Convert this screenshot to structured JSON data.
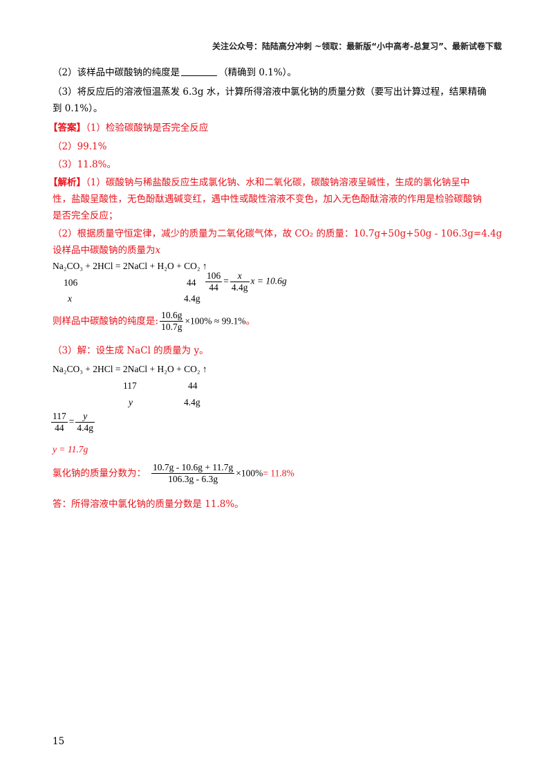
{
  "header": "关注公众号：陆陆高分冲刺 ~领取：最新版“小中高考-总复习”、最新试卷下载",
  "q2_text": "（2）该样品中碳酸钠的纯度是",
  "q2_tail": "（精确到 0.1%）。",
  "q3_line1": "（3）将反应后的溶液恒温蒸发 6.3g 水，计算所得溶液中氯化钠的质量分数（要写出计算过程，结果精确",
  "q3_line2": "到 0.1%）。",
  "answer_label": "【答案】",
  "answer1": "（1）检验碳酸钠是否完全反应",
  "answer2": "（2）99.1%",
  "answer3": "（3）11.8%。",
  "analysis_label": "【解析】",
  "analysis1_line1": "（1）碳酸钠与稀盐酸反应生成氯化钠、水和二氧化碳，碳酸钠溶液呈碱性，生成的氯化钠呈中",
  "analysis1_line2": "性，盐酸呈酸性，无色酚酞遇碱变红，遇中性或酸性溶液不变色，加入无色酚酞溶液的作用是检验碳酸钠",
  "analysis1_line3": "是否完全反应；",
  "analysis2_line1": "（2）根据质量守恒定律，减少的质量为二氧化碳气体，故 CO₂ 的质量：10.7g+50g+50g - 106.3g=4.4g",
  "analysis2_line2_text": "设样品中碳酸钠的质量为",
  "var_x": "x",
  "eq1": {
    "left": "Na₂CO₃ + 2HCl = 2NaCl + H₂O + CO₂ ↑",
    "m1": "106",
    "m2": "44",
    "v1": "x",
    "v2": "4.4g",
    "frac1_num": "106",
    "frac1_den": "44",
    "eq_sign": "=",
    "frac2_num": "x",
    "frac2_den": "4.4g",
    "result": "x = 10.6g"
  },
  "purity_text": "则样品中碳酸钠的纯度是:",
  "purity_num": "10.6g",
  "purity_den": "10.7g",
  "purity_tail": "×100% ≈ 99.1%",
  "purity_end": "。",
  "analysis3_line1": "（3）解：设生成 NaCl 的质量为 y。",
  "eq2": {
    "left": "Na₂CO₃ + 2HCl = 2NaCl + H₂O + CO₂ ↑",
    "m1": "117",
    "m2": "44",
    "v1": "y",
    "v2": "4.4g",
    "frac1_num": "117",
    "frac1_den": "44",
    "eq_sign": "=",
    "frac2_num": "y",
    "frac2_den": "4.4g"
  },
  "y_result": "y = 11.7g",
  "mass_frac_text": "氯化钠的质量分数为：",
  "mf_num": "10.7g - 10.6g + 11.7g",
  "mf_den": "106.3g - 6.3g",
  "mf_tail": "×100%",
  "mf_result": "= 11.8%",
  "final_answer": "答：所得溶液中氯化钠的质量分数是 11.8%。",
  "page_number": "15"
}
